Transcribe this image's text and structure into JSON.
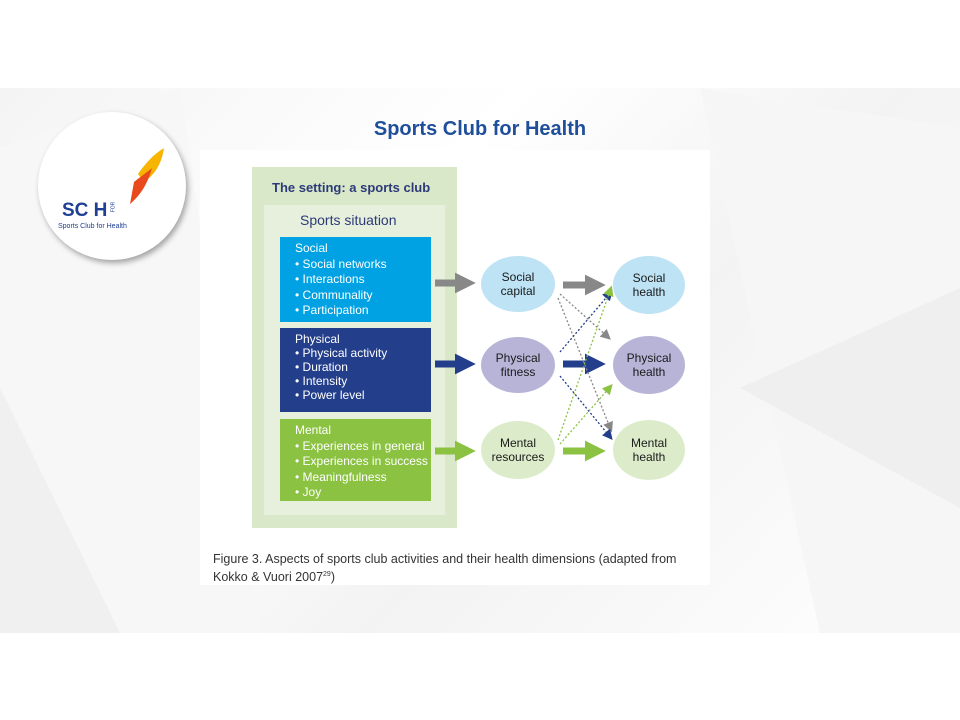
{
  "slide": {
    "title": "Sports Club for Health"
  },
  "logo": {
    "main": "SC H",
    "for": "FOR",
    "subtitle": "Sports Club for Health"
  },
  "diagram": {
    "setting_title": "The setting: a sports club",
    "situation_title": "Sports situation",
    "categories": [
      {
        "head": "Social",
        "items": [
          "• Social networks",
          "• Interactions",
          "• Communality",
          "• Participation"
        ],
        "color": "#00a2e3"
      },
      {
        "head": "Physical",
        "items": [
          "• Physical activity",
          "• Duration",
          "• Intensity",
          "• Power level"
        ],
        "color": "#233e8b"
      },
      {
        "head": "Mental",
        "items": [
          "• Experiences in general",
          "• Experiences in success",
          "• Meaningfulness",
          "• Joy"
        ],
        "color": "#8bc242"
      }
    ],
    "middle_nodes": [
      {
        "line1": "Social",
        "line2": "capital"
      },
      {
        "line1": "Physical",
        "line2": "fitness"
      },
      {
        "line1": "Mental",
        "line2": "resources"
      }
    ],
    "right_nodes": [
      {
        "line1": "Social",
        "line2": "health"
      },
      {
        "line1": "Physical",
        "line2": "health"
      },
      {
        "line1": "Mental",
        "line2": "health"
      }
    ],
    "colors": {
      "social_node": "#bde3f5",
      "physical_node": "#b8b4d8",
      "mental_node": "#dcecca",
      "social_arrow": "#888888",
      "physical_arrow": "#233e8b",
      "mental_arrow": "#8bc242"
    }
  },
  "caption": {
    "text": "Figure 3.  Aspects of sports club activities and their health dimensions (adapted from Kokko & Vuori 2007",
    "superscript": "29",
    "closing": ")"
  }
}
